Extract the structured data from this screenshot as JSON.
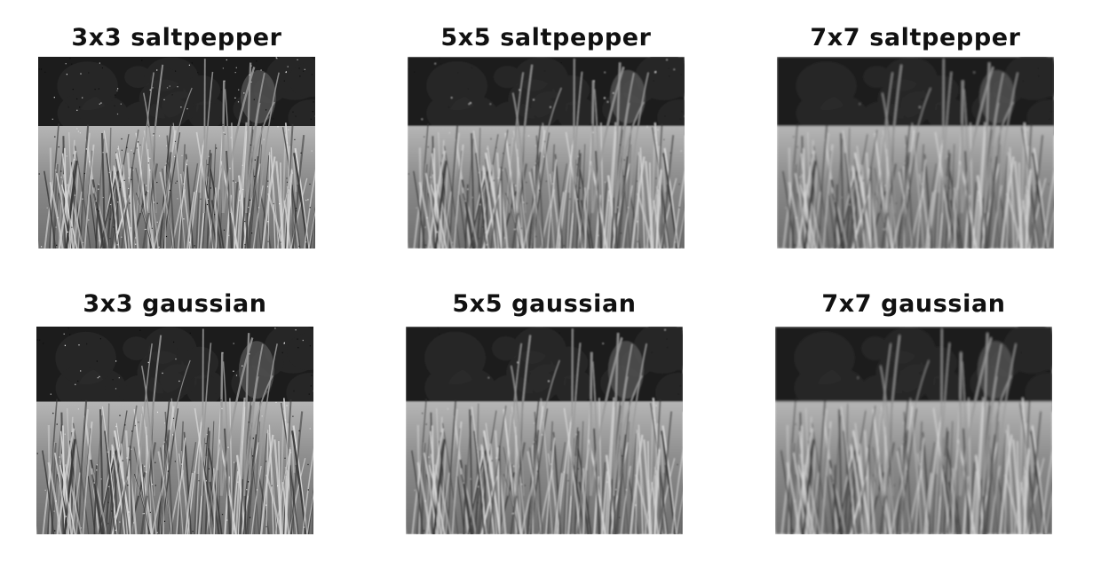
{
  "figure": {
    "panels": [
      {
        "title": "3x3 saltpepper",
        "filter_size": 3,
        "noise": "saltpepper",
        "blur_level": 0
      },
      {
        "title": "5x5 saltpepper",
        "filter_size": 5,
        "noise": "saltpepper",
        "blur_level": 1
      },
      {
        "title": "7x7 saltpepper",
        "filter_size": 7,
        "noise": "saltpepper",
        "blur_level": 2
      },
      {
        "title": "3x3 gaussian",
        "filter_size": 3,
        "noise": "gaussian",
        "blur_level": 0
      },
      {
        "title": "5x5 gaussian",
        "filter_size": 5,
        "noise": "gaussian",
        "blur_level": 1
      },
      {
        "title": "7x7 gaussian",
        "filter_size": 7,
        "noise": "gaussian",
        "blur_level": 2
      }
    ],
    "colors": {
      "sky_dark": "#1c1c1c",
      "treeline": "#2b2b2b",
      "field_mid": "#8a8a8a",
      "field_light": "#b5b5b5",
      "blade_dark": "#3a3a3a",
      "blade_light": "#d8d8d8"
    }
  }
}
